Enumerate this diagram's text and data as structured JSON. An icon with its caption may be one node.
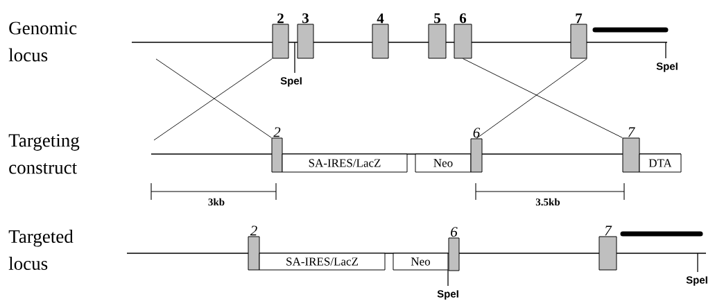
{
  "diagram": {
    "nodes": [
      {
        "text": [
          "2"
        ]
      },
      {
        "text": [
          "3"
        ]
      },
      {
        "text": [
          "4"
        ]
      },
      {
        "text": [
          "5"
        ]
      },
      {
        "text": [
          "6"
        ]
      },
      {
        "text": [
          "7"
        ]
      },
      {
        "text": [
          "2"
        ]
      },
      {
        "text": [
          "SA-IRES/LacZ"
        ]
      },
      {
        "text": [
          "Neo"
        ]
      },
      {
        "text": [
          "6"
        ]
      },
      {
        "text": [
          "7"
        ]
      },
      {
        "text": [
          "DTA"
        ]
      },
      {
        "text": [
          "2"
        ]
      },
      {
        "text": [
          "SA-IRES/LacZ"
        ]
      },
      {
        "text": [
          "Neo"
        ]
      },
      {
        "text": [
          "6"
        ]
      },
      {
        "text": [
          "7"
        ]
      }
    ],
    "edges": [
      {
        "from": null,
        "to": 6,
        "arrow": "none"
      },
      {
        "from": null,
        "to": 0,
        "arrow": "none"
      },
      {
        "from": 4,
        "to": 10,
        "arrow": "none"
      },
      {
        "from": 9,
        "to": 5,
        "arrow": "none"
      }
    ],
    "labels": [
      "Genomic locus",
      "SpeI",
      "SpeI",
      "Targeting construct",
      "3kb",
      "3.5kb",
      "Targeted locus",
      "SpeI",
      "SpeI"
    ]
  }
}
